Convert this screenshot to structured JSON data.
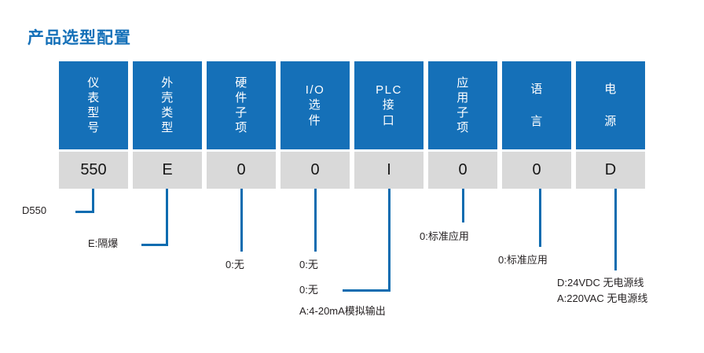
{
  "page": {
    "title": "产品选型配置",
    "accent_color": "#1570b8",
    "line_color": "#0d6cb0",
    "value_box_color": "#d9d9d9"
  },
  "columns": [
    {
      "header_lines": [
        "仪",
        "表",
        "型",
        "号"
      ],
      "header_text": "仪表型号",
      "value": "550"
    },
    {
      "header_lines": [
        "外",
        "壳",
        "类",
        "型"
      ],
      "header_text": "外壳类型",
      "value": "E"
    },
    {
      "header_lines": [
        "硬",
        "件",
        "子",
        "项"
      ],
      "header_text": "硬件子项",
      "value": "0"
    },
    {
      "header_lines": [
        "I/O",
        "选",
        "件"
      ],
      "header_text": "I/O选件",
      "value": "0"
    },
    {
      "header_lines": [
        "PLC",
        "接",
        "口"
      ],
      "header_text": "PLC接口",
      "value": "I"
    },
    {
      "header_lines": [
        "应",
        "用",
        "子",
        "项"
      ],
      "header_text": "应用子项",
      "value": "0"
    },
    {
      "header_lines": [
        "语",
        "言"
      ],
      "header_text": "语言",
      "value": "0"
    },
    {
      "header_lines": [
        "电",
        "源"
      ],
      "header_text": "电源",
      "value": "D"
    }
  ],
  "notes": {
    "n1": "D550",
    "n2": "E:隔爆",
    "n3": "0:无",
    "n4a": "0:无",
    "n4b": "0:无",
    "n4c": "A:4-20mA模拟输出",
    "n6": "0:标准应用",
    "n7": "0:标准应用",
    "n8a": "D:24VDC 无电源线",
    "n8b": "A:220VAC 无电源线"
  }
}
